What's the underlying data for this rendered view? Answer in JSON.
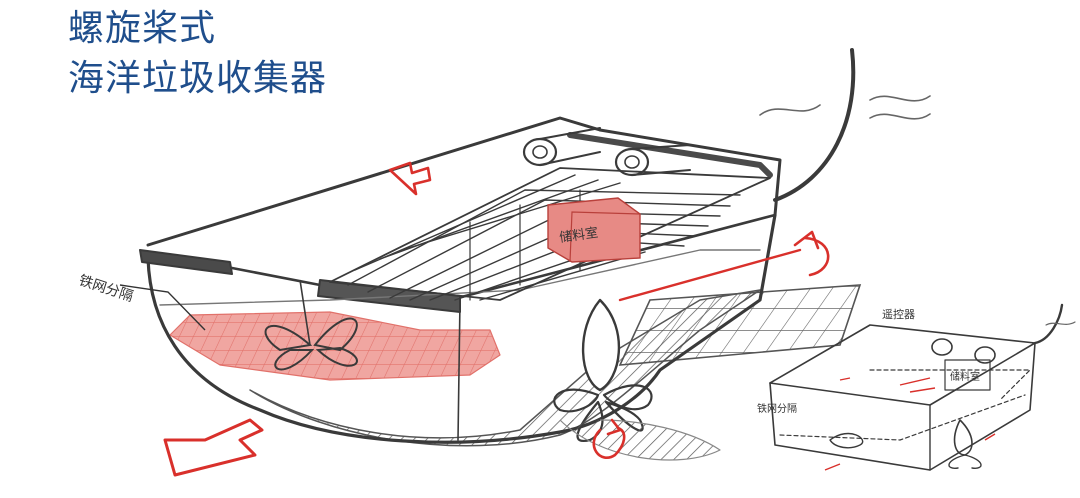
{
  "title": {
    "line1": "螺旋桨式",
    "line2": "海洋垃圾收集器"
  },
  "labels": {
    "main_side": "铁网分隔",
    "main_box": "储料室",
    "small_top": "遥控器",
    "small_box": "储料室",
    "small_side": "铁网分隔"
  },
  "colors": {
    "title": "#1f4e8c",
    "accent": "#d9302b",
    "fill": "#e88580",
    "line": "#333333"
  }
}
